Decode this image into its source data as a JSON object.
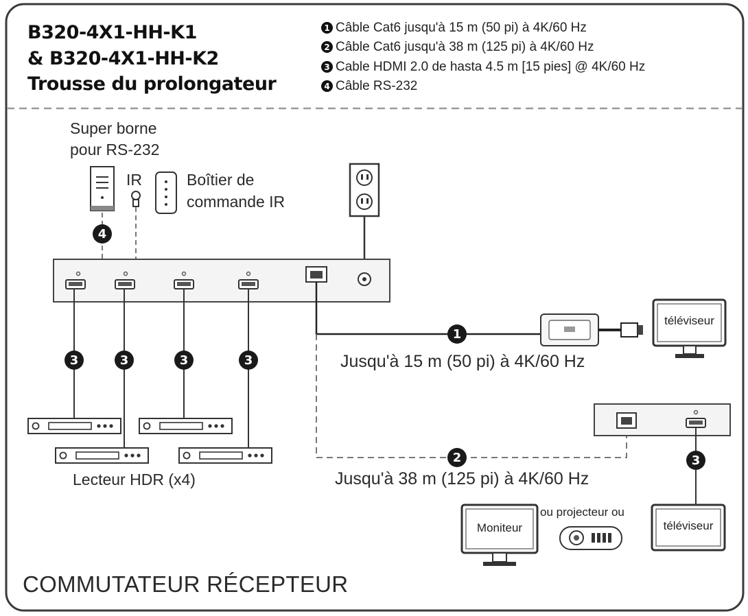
{
  "header": {
    "title_lines": [
      "B320-4X1-HH-K1",
      "& B320-4X1-HH-K2",
      "Trousse du prolongateur"
    ],
    "legend": [
      {
        "num": "1",
        "text": "Câble Cat6 jusqu'à 15 m (50 pi) à 4K/60 Hz"
      },
      {
        "num": "2",
        "text": "Câble Cat6 jusqu'à 38 m (125 pi) à 4K/60 Hz"
      },
      {
        "num": "3",
        "text": "Cable HDMI 2.0 de hasta 4.5 m [15 pies] @ 4K/60 Hz"
      },
      {
        "num": "4",
        "text": "Câble RS-232"
      }
    ]
  },
  "labels": {
    "rs232_terminal": [
      "Super borne",
      "pour RS-232"
    ],
    "ir": "IR",
    "ir_box": [
      "Boîtier de",
      "commande IR"
    ],
    "run_1": "Jusqu'à 15 m (50 pi) à 4K/60 Hz",
    "run_2": "Jusqu'à 38 m (125 pi) à 4K/60 Hz",
    "players": "Lecteur HDR (x4)",
    "tv_top": "téléviseur",
    "tv_bottom": "téléviseur",
    "monitor": "Moniteur",
    "projector_note": "ou projecteur ou",
    "footer": "COMMUTATEUR RÉCEPTEUR"
  },
  "badges": {
    "cat6_short": "1",
    "cat6_long": "2",
    "hdmi": "3",
    "rs232": "4"
  },
  "icons": [
    "pc-tower-icon",
    "ir-sensor-icon",
    "ir-remote-icon",
    "power-outlet-icon",
    "power-jack-icon",
    "rj45-port-icon",
    "hdmi-port-icon",
    "hdmi-plug-icon",
    "projector-icon"
  ],
  "colors": {
    "ink": "#1a1a1a",
    "line": "#333333",
    "dashed": "#888888",
    "device_fill": "#f4f4f4",
    "screen_fill": "#ffffff"
  }
}
